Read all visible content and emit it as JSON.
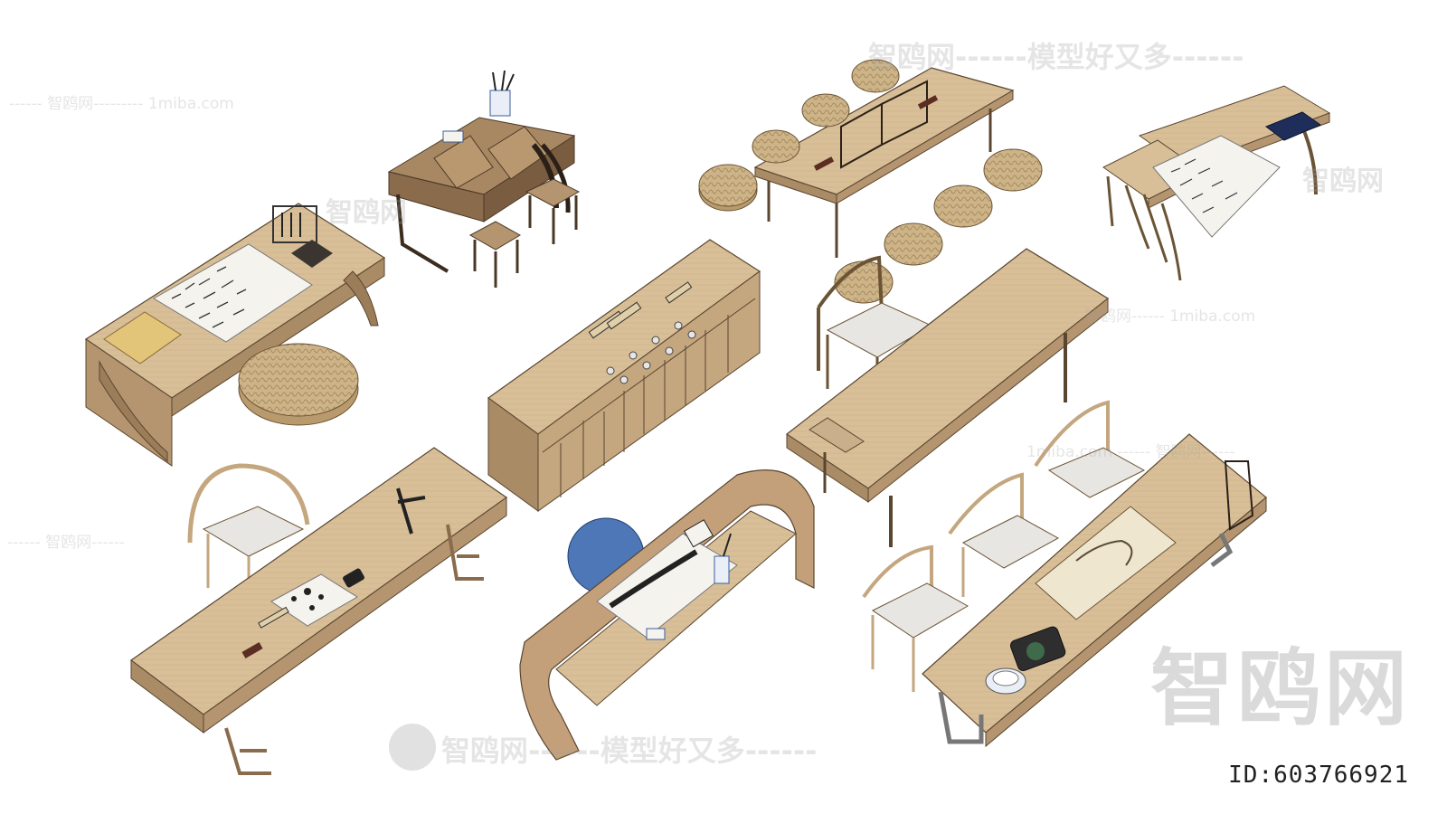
{
  "watermarks": {
    "top_center": "智鸥网------模型好又多------",
    "top_left": "------ 智鸥网--------- 1miba.com",
    "left_mid": "智鸥网",
    "right_top": "智鸥网",
    "right_mid": "智鸥网------ 1miba.com",
    "right_lower": "1miba.com ------ 智鸥网------",
    "left_lower": "------ 智鸥网------",
    "bottom_center": "智鸥网------模型好又多------",
    "big_brand": "智鸥网",
    "model_id": "ID:603766921"
  },
  "colors": {
    "wood_top": "#d8bf97",
    "wood_side": "#b49570",
    "wood_dark": "#8a6b4c",
    "straw": "#cdb488",
    "cushion": "#e8e6e2",
    "blue_cushion": "#4d77b7"
  }
}
